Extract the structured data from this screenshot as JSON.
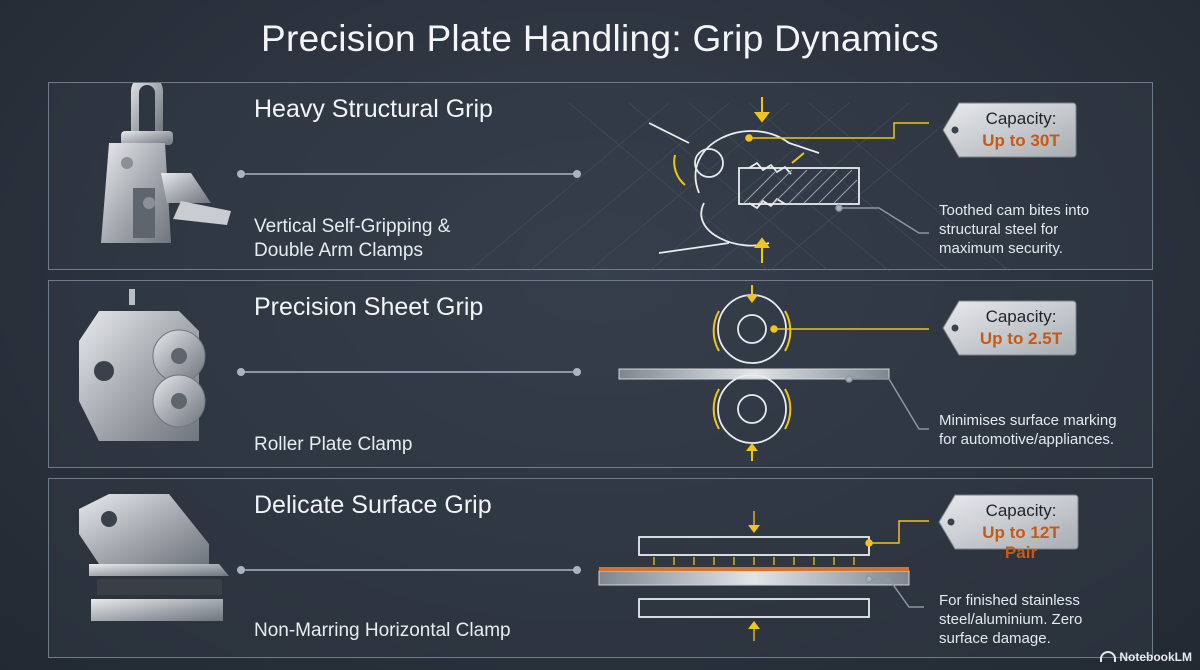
{
  "title": "Precision Plate Handling: Grip Dynamics",
  "panels": [
    {
      "header": "Heavy Structural Grip",
      "subtitle_line1": "Vertical Self-Gripping &",
      "subtitle_line2": "Double Arm Clamps",
      "capacity_label": "Capacity:",
      "capacity_value": "Up to 30T",
      "desc_line1": "Toothed cam bites into",
      "desc_line2": "structural steel for",
      "desc_line3": "maximum security."
    },
    {
      "header": "Precision Sheet Grip",
      "subtitle_line1": "Roller Plate Clamp",
      "capacity_label": "Capacity:",
      "capacity_value": "Up to 2.5T",
      "desc_line1": "Minimises surface marking",
      "desc_line2": "for automotive/appliances."
    },
    {
      "header": "Delicate Surface Grip",
      "subtitle_line1": "Non-Marring Horizontal Clamp",
      "capacity_label": "Capacity:",
      "capacity_value": "Up to 12T Pair",
      "desc_line1": "For finished stainless",
      "desc_line2": "steel/aluminium. Zero",
      "desc_line3": "surface damage."
    }
  ],
  "watermark": "NotebookLM",
  "colors": {
    "accent": "#f2c417",
    "capacity": "#c65a14",
    "line": "#8a96a6"
  }
}
